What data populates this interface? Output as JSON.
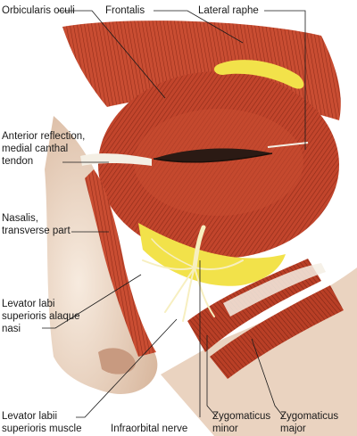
{
  "figure": {
    "labels": {
      "orbicularis_oculi": "Orbicularis oculi",
      "frontalis": "Frontalis",
      "lateral_raphe": "Lateral raphe",
      "anterior_reflection": [
        "Anterior reflection,",
        "medial canthal",
        "tendon"
      ],
      "nasalis": [
        "Nasalis,",
        "transverse part"
      ],
      "levator_labi_alaque": [
        "Levator labi",
        "superioris alaque",
        "nasi"
      ],
      "levator_labii_superioris": [
        "Levator labii",
        "superioris muscle"
      ],
      "infraorbital_nerve": "Infraorbital nerve",
      "zygomaticus_minor": [
        "Zygomaticus",
        "minor"
      ],
      "zygomaticus_major": [
        "Zygomaticus",
        "major"
      ]
    },
    "colors": {
      "muscle": "#c2452c",
      "muscle_dark": "#8e2a18",
      "muscle_light": "#e07a5a",
      "skin": "#f3e2d2",
      "skin_shadow": "#d9b9a0",
      "fat": "#f2e24a",
      "nerve": "#f7efc0",
      "tendon": "#f4efe4"
    }
  }
}
